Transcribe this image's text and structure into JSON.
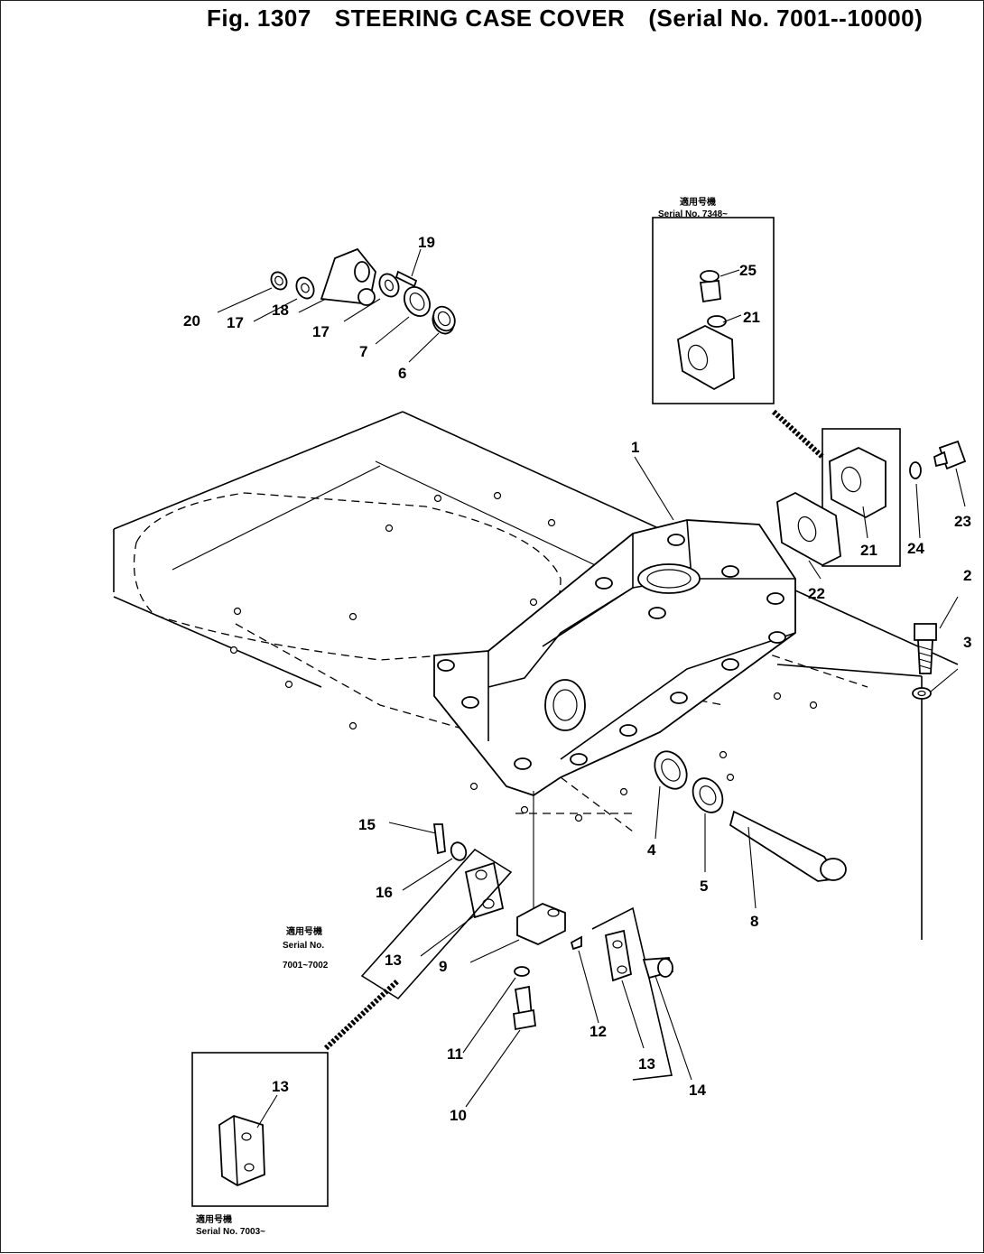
{
  "title": {
    "fig": "Fig. 1307",
    "name": "STEERING CASE COVER",
    "serial": "(Serial No. 7001--10000)"
  },
  "insets": {
    "top": {
      "header": "適用号機",
      "serial": "Serial No. 7348~"
    },
    "left": {
      "header": "適用号機",
      "line1": "Serial No.",
      "line2": "7001~7002"
    },
    "bottom": {
      "header": "適用号機",
      "serial": "Serial No. 7003~"
    }
  },
  "callouts": [
    "1",
    "2",
    "3",
    "4",
    "5",
    "6",
    "7",
    "8",
    "9",
    "10",
    "11",
    "12",
    "13",
    "14",
    "15",
    "16",
    "17",
    "18",
    "19",
    "20",
    "21",
    "22",
    "23",
    "24",
    "25"
  ],
  "labels": {
    "p1": "1",
    "p2": "2",
    "p3": "3",
    "p4": "4",
    "p5": "5",
    "p6": "6",
    "p7": "7",
    "p8": "8",
    "p9": "9",
    "p10": "10",
    "p11": "11",
    "p12": "12",
    "p13a": "13",
    "p13b": "13",
    "p13c": "13",
    "p14": "14",
    "p15": "15",
    "p16": "16",
    "p17a": "17",
    "p17b": "17",
    "p18": "18",
    "p19": "19",
    "p20": "20",
    "p21a": "21",
    "p21b": "21",
    "p22": "22",
    "p23": "23",
    "p24": "24",
    "p25": "25"
  }
}
